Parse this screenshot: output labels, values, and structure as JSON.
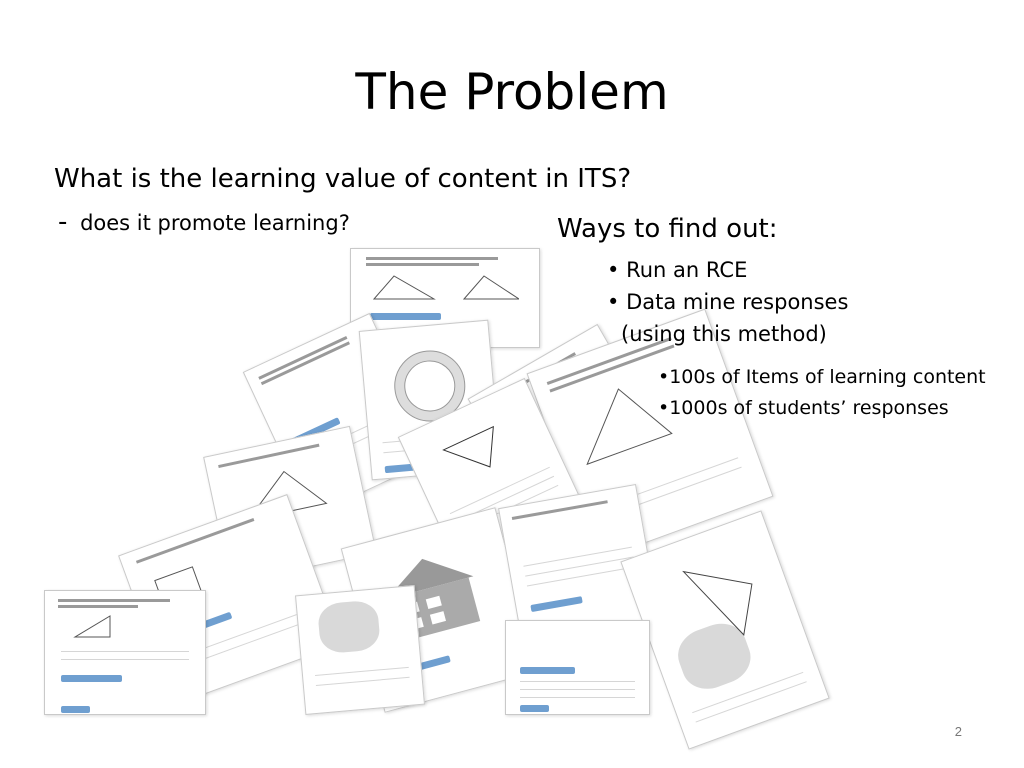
{
  "slide": {
    "title": "The Problem",
    "question": "What is the learning value of content in ITS?",
    "sub_question_dash": "-",
    "sub_question": "does it promote learning?",
    "ways_heading": "Ways to find out:",
    "bullets": [
      "Run an RCE",
      "Data mine responses",
      "(using this method)"
    ],
    "sub_bullets": [
      "100s of Items of learning content",
      "1000s of students’ responses"
    ],
    "page_number": "2"
  },
  "collage": {
    "button_color": "#6f9fd0",
    "card_count": 14
  }
}
